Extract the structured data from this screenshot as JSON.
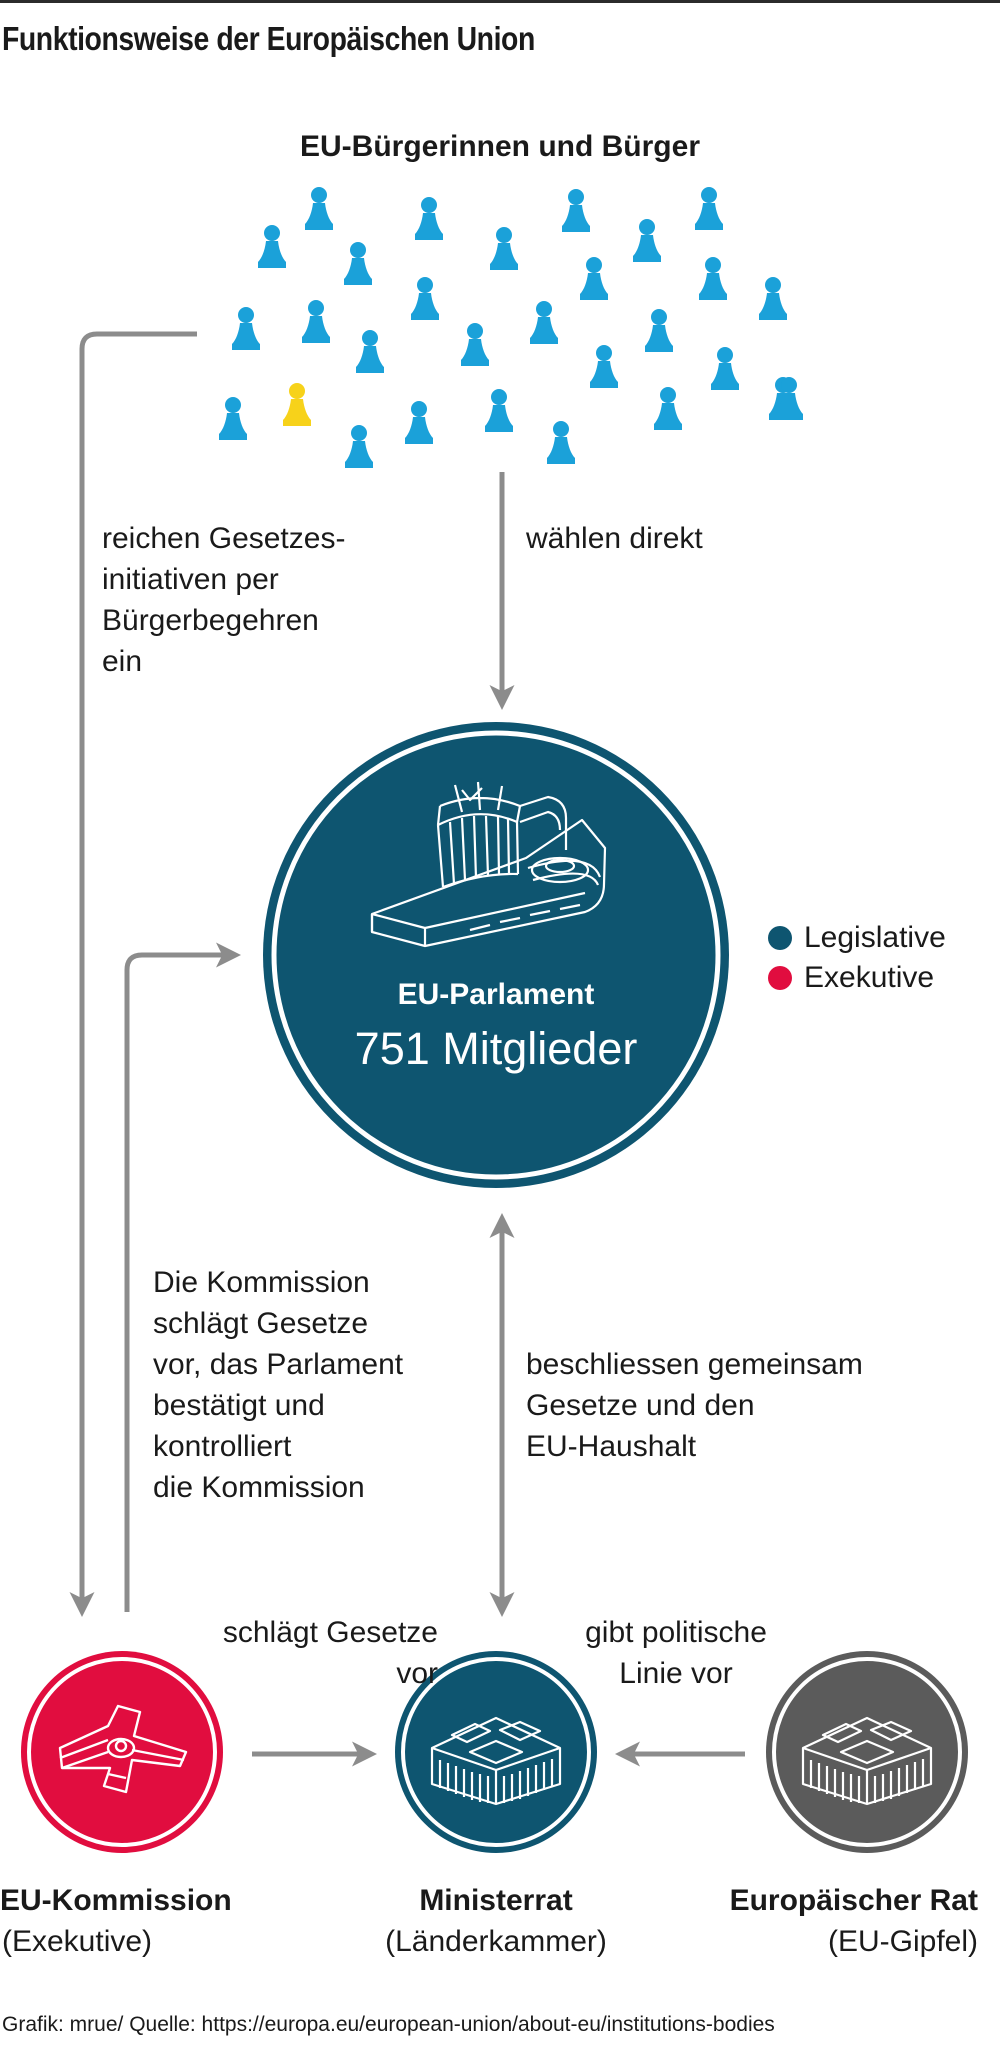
{
  "title": "Funktionsweise der Europäischen Union",
  "citizens": {
    "label": "EU-Bürgerinnen und Bürger",
    "figure_color": "#1ba1d9",
    "highlight_color": "#f7d21a"
  },
  "labels": {
    "initiative": "reichen Gesetzes-\ninitiativen per\nBürgerbegehren\nein",
    "elect": "wählen direkt",
    "commission_proposes": "Die Kommission\nschlägt Gesetze\nvor, das Parlament\nbestätigt und\nkontrolliert\ndie Kommission",
    "decide_together": "beschliessen gemeinsam\nGesetze und den\nEU-Haushalt",
    "proposes_laws": "schlägt Gesetze\nvor",
    "political_line": "gibt politische\nLinie vor"
  },
  "parliament": {
    "name": "EU-Parlament",
    "members": "751 Mitglieder",
    "color": "#0e5570"
  },
  "legend": [
    {
      "label": "Legislative",
      "color": "#0e5570"
    },
    {
      "label": "Exekutive",
      "color": "#e10d3f"
    }
  ],
  "institutions": [
    {
      "name": "EU-Kommission",
      "subtitle": "(Exekutive)",
      "color": "#e10d3f"
    },
    {
      "name": "Ministerrat",
      "subtitle": "(Länderkammer)",
      "color": "#0e5570"
    },
    {
      "name": "Europäischer Rat",
      "subtitle": "(EU-Gipfel)",
      "color": "#5b5b5b"
    }
  ],
  "arrow_color": "#8c8c8c",
  "source": "Grafik: mrue/ Quelle: https://europa.eu/european-union/about-eu/institutions-bodies"
}
